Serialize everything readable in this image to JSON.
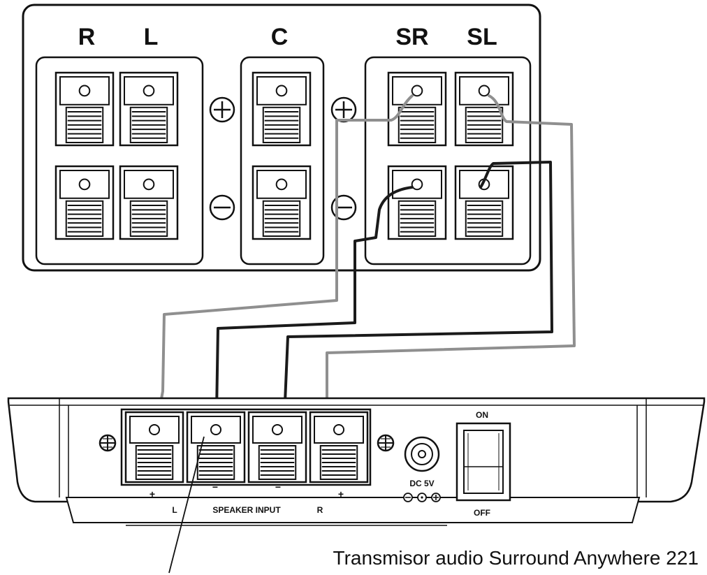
{
  "amplifier": {
    "channels": [
      "R",
      "L",
      "C",
      "SR",
      "SL"
    ]
  },
  "transmitter": {
    "switch_on": "ON",
    "switch_off": "OFF",
    "dc_label": "DC 5V",
    "terminal_signs": [
      "+",
      "−",
      "−",
      "+"
    ],
    "terminal_labels": [
      "L",
      "SPEAKER INPUT",
      "R"
    ]
  },
  "caption": "Transmisor audio Surround Anywhere 221",
  "colors": {
    "gray_wire": "#8f8f8f",
    "black_wire": "#1a1a1a"
  }
}
